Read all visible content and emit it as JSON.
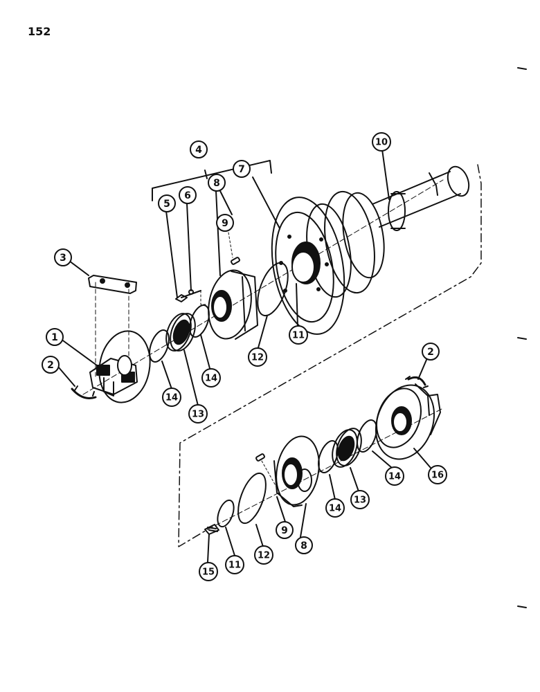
{
  "page": {
    "number": "152"
  },
  "callouts": {
    "c1": "1",
    "c2a": "2",
    "c2b": "2",
    "c3": "3",
    "c4": "4",
    "c5": "5",
    "c6": "6",
    "c7": "7",
    "c8a": "8",
    "c8b": "8",
    "c9a": "9",
    "c9b": "9",
    "c10": "10",
    "c11a": "11",
    "c11b": "11",
    "c12a": "12",
    "c12b": "12",
    "c13a": "13",
    "c13b": "13",
    "c14a": "14",
    "c14b": "14",
    "c14c": "14",
    "c14d": "14",
    "c15": "15",
    "c16": "16"
  }
}
